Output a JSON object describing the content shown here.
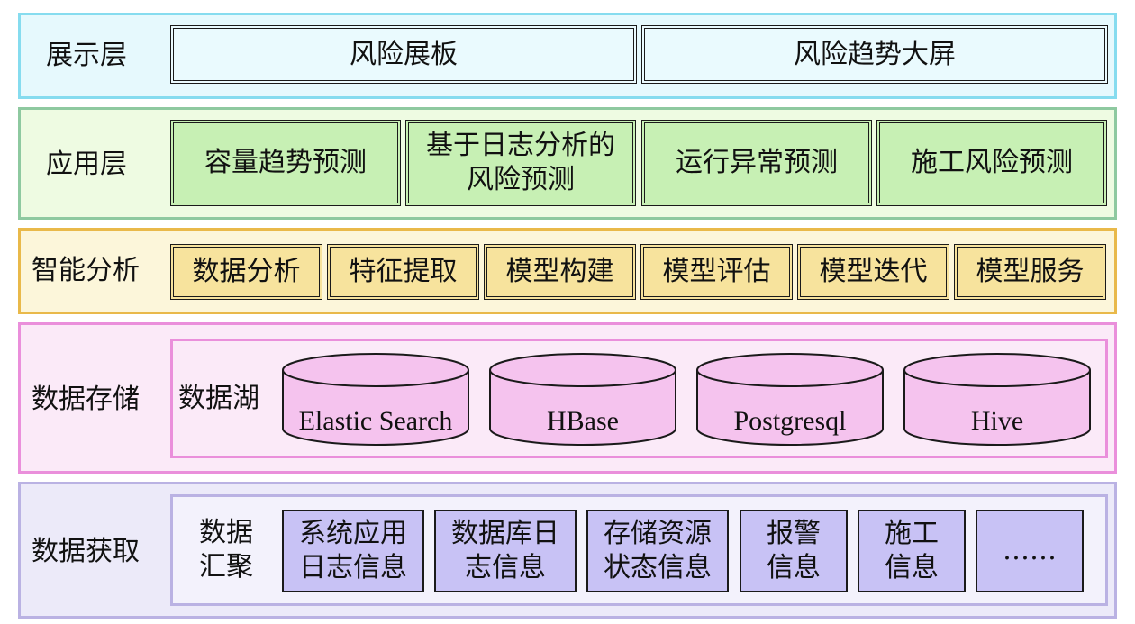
{
  "layers": {
    "display": {
      "label": "展示层",
      "items": [
        "风险展板",
        "风险趋势大屏"
      ],
      "colors": {
        "bg": "#e6f9fd",
        "border": "#86dcef",
        "box": "#eafafe"
      }
    },
    "application": {
      "label": "应用层",
      "items": [
        "容量趋势预测",
        "基于日志分析的\n风险预测",
        "运行异常预测",
        "施工风险预测"
      ],
      "colors": {
        "bg": "#eefbe2",
        "border": "#8ec9a0",
        "box": "#c7f0b4"
      }
    },
    "analysis": {
      "label": "智能分析",
      "items": [
        "数据分析",
        "特征提取",
        "模型构建",
        "模型评估",
        "模型迭代",
        "模型服务"
      ],
      "colors": {
        "bg": "#fcf6da",
        "border": "#e9b94a",
        "box": "#f7e39d"
      }
    },
    "storage": {
      "label": "数据存储",
      "inner_label": "数据湖",
      "items": [
        "Elastic Search",
        "HBase",
        "Postgresql",
        "Hive"
      ],
      "colors": {
        "bg": "#fbeaf8",
        "border": "#ea8fdb",
        "cylinder": "#f5c3ee"
      }
    },
    "acquisition": {
      "label": "数据获取",
      "inner_label": "数据\n汇聚",
      "items": [
        "系统应用\n日志信息",
        "数据库日\n志信息",
        "存储资源\n状态信息",
        "报警\n信息",
        "施工\n信息",
        "……"
      ],
      "colors": {
        "bg": "#eceaf9",
        "border": "#bab2e3",
        "box": "#c8c2f5"
      }
    }
  }
}
